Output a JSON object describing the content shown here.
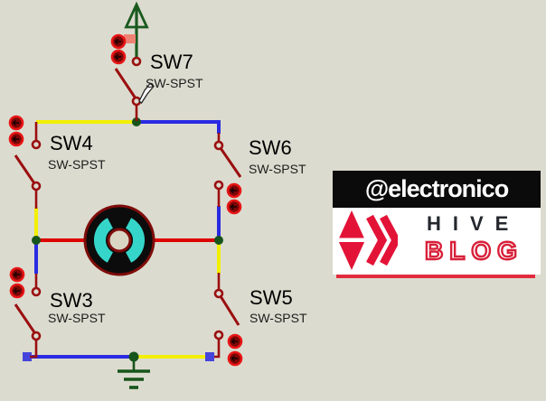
{
  "app": {
    "background_color": "#dcdbcf",
    "description": "Proteus-style schematic: H-bridge of SPST switches driving a DC motor"
  },
  "schematic": {
    "power_flag": {
      "name": "power-up-arrow",
      "color": "#1a5a1e"
    },
    "switches": [
      {
        "ref": "SW7",
        "type": "SW-SPST"
      },
      {
        "ref": "SW4",
        "type": "SW-SPST"
      },
      {
        "ref": "SW6",
        "type": "SW-SPST"
      },
      {
        "ref": "SW3",
        "type": "SW-SPST"
      },
      {
        "ref": "SW5",
        "type": "SW-SPST"
      }
    ],
    "motor": {
      "body_color": "#0c0c0c",
      "accent_color": "#35d6c9",
      "outline_color": "#7e0c0a"
    },
    "wire_colors": {
      "red": "#dd0404",
      "yellow": "#f2ef04",
      "blue": "#2a2ae4",
      "component_crimson": "#9a0f10",
      "ground_green": "#17541b",
      "junction_square_blue": "#4545dd"
    },
    "toggle_button_colors": {
      "ring": "#e81515",
      "fill": "#7e0606"
    }
  },
  "watermark": {
    "handle": "@electronico",
    "brand": "HIVE",
    "brand_sub": "BLOG",
    "brand_color": "#e31337"
  }
}
